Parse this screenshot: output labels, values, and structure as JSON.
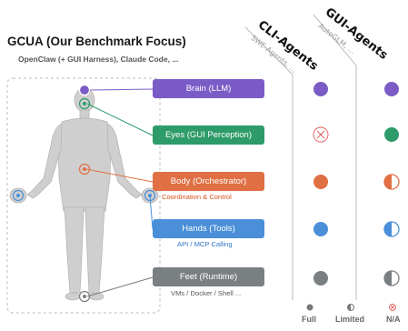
{
  "header": {
    "title": "GCUA (Our Benchmark Focus)",
    "subtitle": "OpenClaw (+ GUI Harness), Claude Code, ..."
  },
  "components": [
    {
      "label": "Brain (LLM)",
      "color": "#7b5cc6"
    },
    {
      "label": "Eyes (GUI Perception)",
      "color": "#2e9b6a"
    },
    {
      "label": "Body (Orchestrator)",
      "color": "#e07044",
      "sublabel": "Coordination & Control",
      "sublabel_color": "#d9541e"
    },
    {
      "label": "Hands (Tools)",
      "color": "#4a8fd8",
      "sublabel": "API / MCP Calling",
      "sublabel_color": "#2f73c4"
    },
    {
      "label": "Feet (Runtime)",
      "color": "#7a7f82",
      "sublabel": "VMs / Docker / Shell ...",
      "sublabel_color": "#555555"
    }
  ],
  "columns": [
    {
      "title": "CLI-Agents",
      "subtitle": "SWE-Agents, ...",
      "support": [
        "full",
        "na",
        "full",
        "full",
        "full"
      ]
    },
    {
      "title": "GUI-Agents",
      "subtitle": "AutoGLM, ...",
      "support": [
        "full",
        "full",
        "limited",
        "limited",
        "limited"
      ]
    }
  ],
  "legend": [
    {
      "label": "Full",
      "icon": "filled-circle-icon"
    },
    {
      "label": "Limited",
      "icon": "half-circle-icon"
    },
    {
      "label": "N/A",
      "icon": "cross-circle-icon"
    }
  ],
  "colors": {
    "na_red": "#e05a5a",
    "frame_gray": "#bbbbbb",
    "body_fill": "#cfcfcf"
  }
}
